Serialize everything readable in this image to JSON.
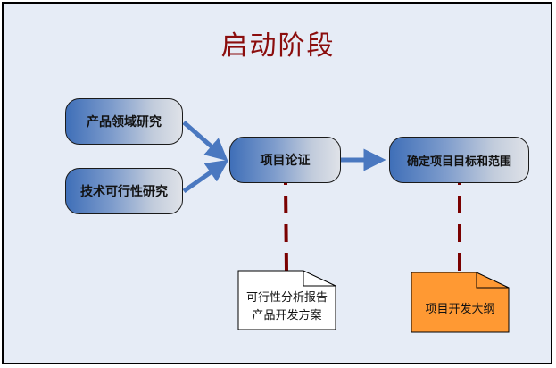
{
  "title": "启动阶段",
  "nodes": {
    "product_research": "产品领域研究",
    "tech_feasibility": "技术可行性研究",
    "project_demo": "项目论证",
    "goal_scope": "确定项目目标和范围"
  },
  "documents": {
    "feasibility_doc": {
      "lines": [
        "可行性分析报告",
        "产品开发方案"
      ]
    },
    "outline_doc": {
      "lines": [
        "项目开发大纲"
      ]
    }
  },
  "colors": {
    "title": "#8b0d0d",
    "arrow": "#4a78c0",
    "dashed_connector": "#7a0000",
    "outline_doc_fill": "#ff9933",
    "feasibility_doc_fill": "#ffffff",
    "background": "#e6ecf6"
  }
}
